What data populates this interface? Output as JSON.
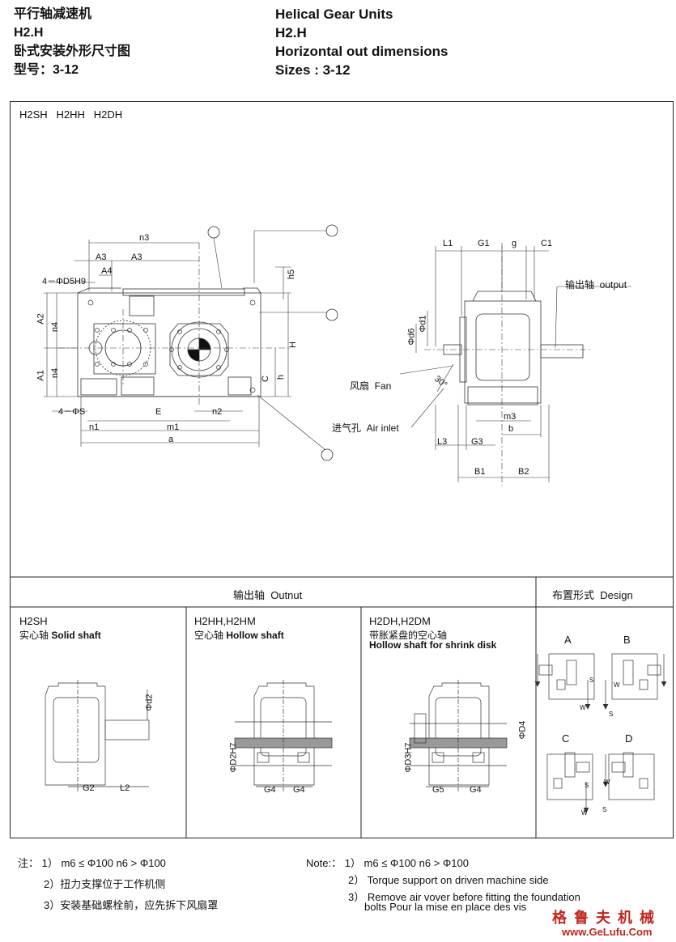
{
  "header": {
    "cn": {
      "title": "平行轴减速机",
      "model": "H2.H",
      "subtitle": "卧式安装外形尺寸图",
      "sizes": "型号：3-12"
    },
    "en": {
      "title": "Helical Gear Units",
      "model": "H2.H",
      "subtitle": "Horizontal out dimensions",
      "sizes": "Sizes : 3-12"
    }
  },
  "main_drawing": {
    "types": "H2SH   H2HH   H2DH",
    "front_labels": {
      "n3": "n3",
      "A3a": "A3",
      "A3b": "A3",
      "A4": "A4",
      "d5h9": "4－ΦD5H9",
      "A2": "A2",
      "A1": "A1",
      "n4a": "n4",
      "n4b": "n4",
      "s": "4－ΦS",
      "n1": "n1",
      "E": "E",
      "n2": "n2",
      "m1": "m1",
      "a": "a",
      "h5": "h5",
      "H": "H",
      "h": "h",
      "C": "C"
    },
    "side_labels": {
      "L1": "L1",
      "G1": "G1",
      "g": "g",
      "C1": "C1",
      "d6": "Φd6",
      "d1": "Φd1",
      "angle": "30°",
      "L3": "L3",
      "G3": "G3",
      "m3": "m3",
      "b": "b",
      "B1": "B1",
      "B2": "B2"
    },
    "callouts": {
      "output": "输出轴  output",
      "fan": "风扇  Fan",
      "air_inlet": "进气孔  Air inlet"
    }
  },
  "output_section": {
    "title": "输出轴  Outnut",
    "design_title": "布置形式  Design",
    "columns": [
      {
        "code": "H2SH",
        "desc": "实心轴",
        "desc_en": "Solid shaft",
        "dims": [
          "Φd2",
          "G2",
          "L2"
        ]
      },
      {
        "code": "H2HH,H2HM",
        "desc": "空心轴",
        "desc_en": "Hollow shaft",
        "dims": [
          "ΦD2H7",
          "G4",
          "G4"
        ]
      },
      {
        "code": "H2DH,H2DM",
        "desc": "带胀紧盘的空心轴",
        "desc_en": "Hollow shaft for shrink disk",
        "dims": [
          "ΦD3H7",
          "ΦD4",
          "G5",
          "G4"
        ]
      }
    ],
    "designs": [
      "A",
      "B",
      "C",
      "D"
    ],
    "design_marks": {
      "s": "S",
      "w": "W"
    }
  },
  "notes": {
    "cn": {
      "prefix": "注：",
      "items": [
        "1）  m6 ≤ Φ100  n6 > Φ100",
        "2）扭力支撑位于工作机侧",
        "3）安装基础螺栓前，应先拆下风扇罩"
      ]
    },
    "en": {
      "prefix": "Note:：",
      "items": [
        "1）  m6 ≤ Φ100  n6 > Φ100",
        "2）  Torque support on driven machine side",
        "3）  Remove air vover before fitting the foundation",
        "bolts Pour la mise en place des vis"
      ]
    }
  },
  "watermark": {
    "cn": "格 鲁 夫 机 械",
    "url": "www.GeLufu.Com"
  }
}
